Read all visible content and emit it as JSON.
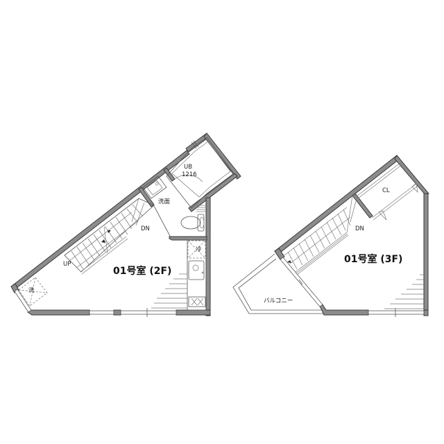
{
  "floor_2f": {
    "room_label": "01号室 (2F)",
    "unit_bath_label": "UB",
    "unit_bath_size": "1216",
    "washroom_label": "洗面",
    "stairs_down": "DN",
    "stairs_up": "UP",
    "fridge_label": "冷",
    "washer_label": "洗"
  },
  "floor_3f": {
    "room_label": "01号室 (3F)",
    "closet_label": "CL",
    "stairs_down": "DN",
    "balcony_label": "バルコニー"
  },
  "colors": {
    "wall_fill": "#8c8c8c",
    "wall_edge": "#3a3a3a",
    "line": "#555555",
    "background": "#ffffff"
  }
}
